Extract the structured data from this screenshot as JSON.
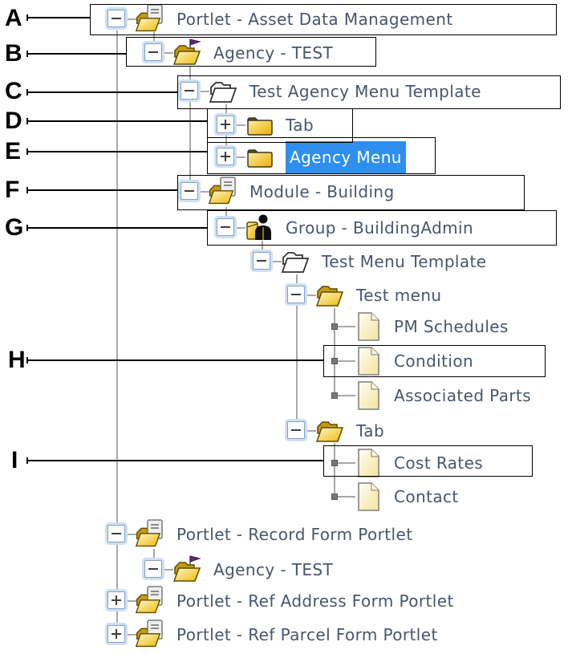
{
  "tree": {
    "rows": [
      {
        "label": "Portlet - Asset Data Management",
        "icon": "portlet-folder-icon",
        "expander": "collapse",
        "level": 0,
        "selected": false,
        "annotation": "A"
      },
      {
        "label": "Agency - TEST",
        "icon": "agency-flag-folder-icon",
        "expander": "collapse",
        "level": 1,
        "selected": false,
        "annotation": "B"
      },
      {
        "label": "Test Agency Menu Template",
        "icon": "template-folder-icon",
        "expander": "collapse",
        "level": 2,
        "selected": false,
        "annotation": "C"
      },
      {
        "label": "Tab",
        "icon": "closed-folder-icon",
        "expander": "expand",
        "level": 3,
        "selected": false,
        "annotation": "D"
      },
      {
        "label": "Agency Menu",
        "icon": "closed-folder-icon",
        "expander": "expand",
        "level": 3,
        "selected": true,
        "annotation": "E"
      },
      {
        "label": "Module - Building",
        "icon": "portlet-folder-icon",
        "expander": "collapse",
        "level": 2,
        "selected": false,
        "annotation": "F"
      },
      {
        "label": "Group - BuildingAdmin",
        "icon": "group-person-icon",
        "expander": "collapse",
        "level": 3,
        "selected": false,
        "annotation": "G"
      },
      {
        "label": "Test Menu Template",
        "icon": "template-folder-icon",
        "expander": "collapse",
        "level": 4,
        "selected": false,
        "annotation": null
      },
      {
        "label": "Test menu",
        "icon": "open-folder-icon",
        "expander": "collapse",
        "level": 5,
        "selected": false,
        "annotation": null
      },
      {
        "label": "PM Schedules",
        "icon": "document-icon",
        "expander": "none",
        "level": 6,
        "selected": false,
        "annotation": null
      },
      {
        "label": "Condition",
        "icon": "document-icon",
        "expander": "none",
        "level": 6,
        "selected": false,
        "annotation": "H"
      },
      {
        "label": "Associated Parts",
        "icon": "document-icon",
        "expander": "none",
        "level": 6,
        "selected": false,
        "annotation": null
      },
      {
        "label": "Tab",
        "icon": "open-folder-icon",
        "expander": "collapse",
        "level": 5,
        "selected": false,
        "annotation": null
      },
      {
        "label": "Cost Rates",
        "icon": "document-icon",
        "expander": "none",
        "level": 6,
        "selected": false,
        "annotation": "I"
      },
      {
        "label": "Contact",
        "icon": "document-icon",
        "expander": "none",
        "level": 6,
        "selected": false,
        "annotation": null
      },
      {
        "label": "Portlet - Record Form Portlet",
        "icon": "portlet-folder-icon",
        "expander": "collapse",
        "level": 0,
        "selected": false,
        "annotation": null
      },
      {
        "label": "Agency - TEST",
        "icon": "agency-flag-folder-icon",
        "expander": "collapse",
        "level": 1,
        "selected": false,
        "annotation": null
      },
      {
        "label": "Portlet - Ref Address Form Portlet",
        "icon": "portlet-folder-icon",
        "expander": "expand",
        "level": 0,
        "selected": false,
        "annotation": null
      },
      {
        "label": "Portlet - Ref Parcel Form Portlet",
        "icon": "portlet-folder-icon",
        "expander": "expand",
        "level": 0,
        "selected": false,
        "annotation": null
      }
    ]
  },
  "annotations": {
    "letters": [
      {
        "label": "A"
      },
      {
        "label": "B"
      },
      {
        "label": "C"
      },
      {
        "label": "D"
      },
      {
        "label": "E"
      },
      {
        "label": "F"
      },
      {
        "label": "G"
      },
      {
        "label": "H"
      },
      {
        "label": "I"
      }
    ]
  },
  "colors": {
    "selection_background": "#2e8fee",
    "selection_text": "#ffffff",
    "label_text": "#47566b",
    "tree_line": "#a8a8a8",
    "expander_border": "#7fa0c6",
    "expander_glow": "#cfe0f2",
    "callout_line": "#000000",
    "folder_yellow": "#ecba0c",
    "flag_purple": "#5c2b73"
  }
}
